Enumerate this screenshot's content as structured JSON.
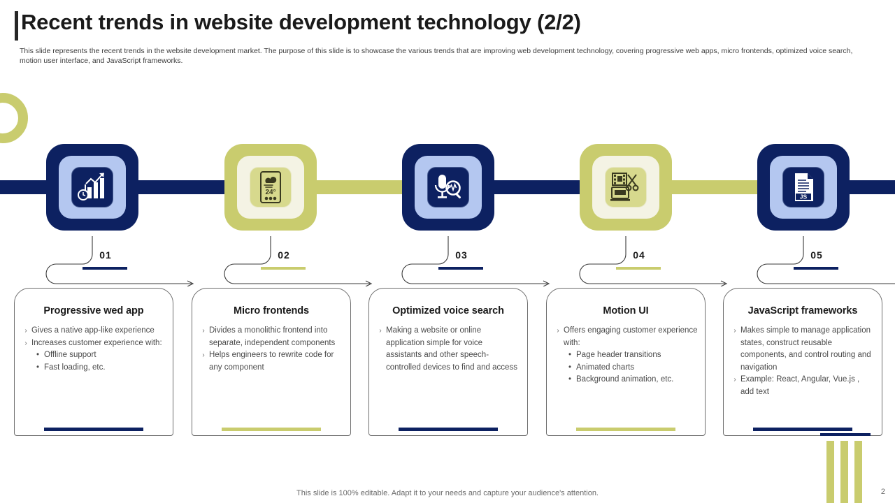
{
  "header": {
    "title": "Recent trends in website development technology (2/2)",
    "subtitle": "This slide represents the recent trends in the website development market. The purpose of this slide is to showcase the various trends that are improving web development technology, covering progressive web apps, micro frontends, optimized voice search, motion user interface, and JavaScript frameworks."
  },
  "colors": {
    "navy": "#0d2161",
    "lime": "#c9cc6e",
    "light_blue": "#b4c7f0",
    "cream": "#f4f3e4",
    "title": "#1a1a1a",
    "body": "#4a4a4a"
  },
  "steps": [
    {
      "number": "01",
      "theme": "dark",
      "icon": "bar-chart-growth-clock-icon",
      "title": "Progressive wed app",
      "bullets": [
        {
          "text": "Gives a native app-like experience",
          "sub": []
        },
        {
          "text": "Increases customer experience with:",
          "sub": [
            "Offline support",
            "Fast loading,  etc."
          ]
        }
      ]
    },
    {
      "number": "02",
      "theme": "lime",
      "icon": "mobile-weather-widget-icon",
      "icon_label": "24°",
      "title": "Micro frontends",
      "bullets": [
        {
          "text": "Divides a monolithic frontend into separate, independent components",
          "sub": []
        },
        {
          "text": "Helps engineers to rewrite code for any component",
          "sub": []
        }
      ]
    },
    {
      "number": "03",
      "theme": "dark",
      "icon": "microphone-search-icon",
      "title": "Optimized voice search",
      "bullets": [
        {
          "text": "Making a website or online application simple for voice assistants and other speech-controlled devices to find and access",
          "sub": []
        }
      ]
    },
    {
      "number": "04",
      "theme": "lime",
      "icon": "video-editing-scissors-icon",
      "title": "Motion UI",
      "bullets": [
        {
          "text": "Offers engaging customer experience with:",
          "sub": [
            "Page header transitions",
            "Animated charts",
            "Background animation, etc."
          ]
        }
      ]
    },
    {
      "number": "05",
      "theme": "dark",
      "icon": "js-document-icon",
      "icon_label": "JS",
      "title": "JavaScript frameworks",
      "bullets": [
        {
          "text": "Makes simple to manage application states, construct reusable components, and control routing and navigation",
          "sub": []
        },
        {
          "text": "Example: React, Angular, Vue.js , add text",
          "sub": []
        }
      ]
    }
  ],
  "footer": {
    "note": "This slide is 100% editable. Adapt it to your needs and capture your audience's attention.",
    "page_number": "2"
  }
}
